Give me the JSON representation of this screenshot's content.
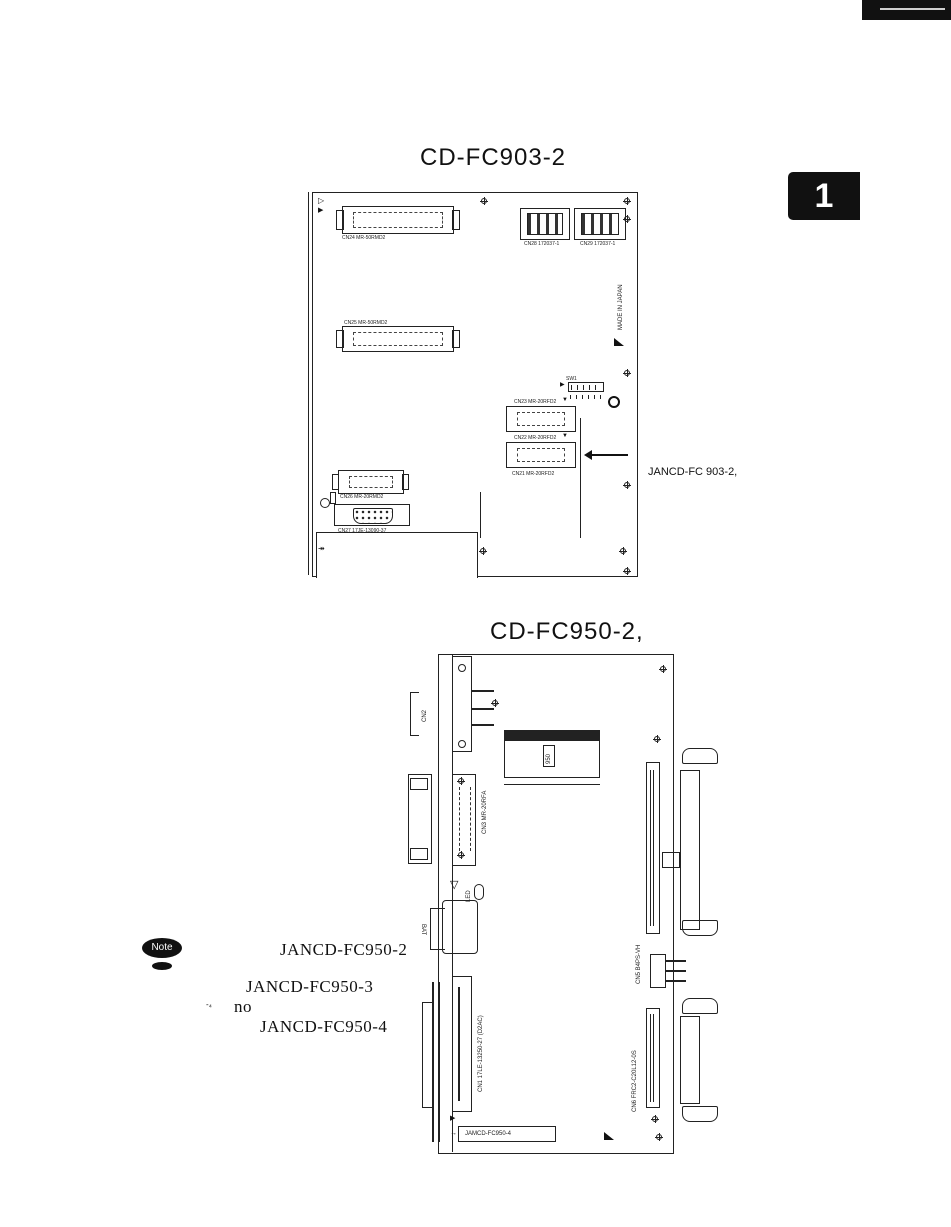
{
  "page": {
    "chapter_tab": "1",
    "title1": "CD-FC903-2",
    "title2": "CD-FC950-2,",
    "callout_label": "JANCD-FC 903-2,",
    "note_badge": "Note",
    "note_lines": [
      "JANCD-FC950-2",
      "JANCD-FC950-3",
      "no",
      "JANCD-FC950-4"
    ],
    "note_mark": "-₄"
  },
  "board1": {
    "cn24": "CN24 MR-50RMD2",
    "cn28": "CN28 172037-1",
    "cn29": "CN29 172037-1",
    "cn25": "CN25 MR-50RMD2",
    "made_in": "MADE IN JAPAN",
    "sw1": "SW1",
    "cn23": "CN23 MR-20RFD2",
    "cn22": "CN22 MR-20RFD2",
    "cn21": "CN21 MR-20RFD2",
    "cn26": "CN26 MR-20RMD2",
    "cn27": "CN27 17JE-13090-37"
  },
  "board2": {
    "cn2": "CN2",
    "chip": "950",
    "cn3": "CN3 MR-20RFA",
    "led": "LED",
    "cn1": "CN1 17LE-13250-27 (D2AC)",
    "cn5": "CN5 B4PS-VH",
    "cn6": "CN6 FRC2-C20L12-0S",
    "label_box": "JAMCD-FC950-4"
  }
}
